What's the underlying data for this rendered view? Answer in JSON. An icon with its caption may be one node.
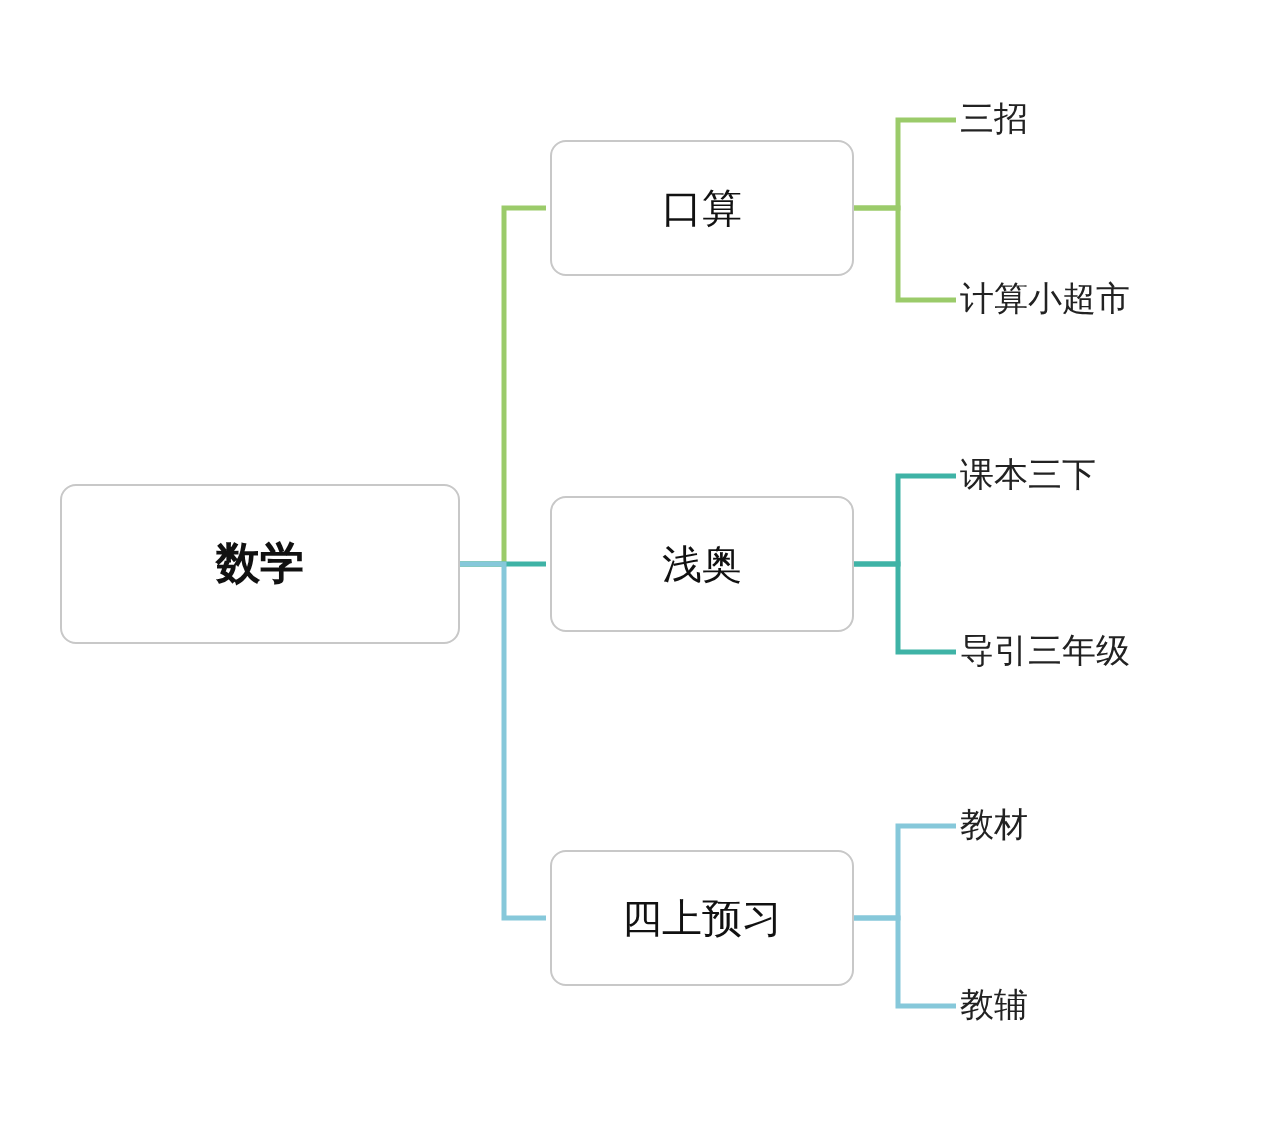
{
  "diagram": {
    "nodes": [
      {
        "text": [
          "数学"
        ]
      },
      {
        "text": [
          "口算"
        ]
      },
      {
        "text": [
          "浅奥"
        ]
      },
      {
        "text": [
          "四上预习"
        ]
      },
      {
        "text": [
          "三招"
        ]
      },
      {
        "text": [
          "计算小超市"
        ]
      },
      {
        "text": [
          "课本三下"
        ]
      },
      {
        "text": [
          "导引三年级"
        ]
      },
      {
        "text": [
          "教材"
        ]
      },
      {
        "text": [
          "教辅"
        ]
      }
    ],
    "edges": [
      {
        "from": 0,
        "to": 1,
        "arrow": "none",
        "color": "#9bcb6a"
      },
      {
        "from": 0,
        "to": 2,
        "arrow": "none",
        "color": "#3fb3a6"
      },
      {
        "from": 0,
        "to": 3,
        "arrow": "none",
        "color": "#86c8da"
      },
      {
        "from": 1,
        "to": 4,
        "arrow": "none",
        "color": "#9bcb6a"
      },
      {
        "from": 1,
        "to": 5,
        "arrow": "none",
        "color": "#9bcb6a"
      },
      {
        "from": 2,
        "to": 6,
        "arrow": "none",
        "color": "#3fb3a6"
      },
      {
        "from": 2,
        "to": 7,
        "arrow": "none",
        "color": "#3fb3a6"
      },
      {
        "from": 3,
        "to": 8,
        "arrow": "none",
        "color": "#86c8da"
      },
      {
        "from": 3,
        "to": 9,
        "arrow": "none",
        "color": "#86c8da"
      }
    ]
  }
}
